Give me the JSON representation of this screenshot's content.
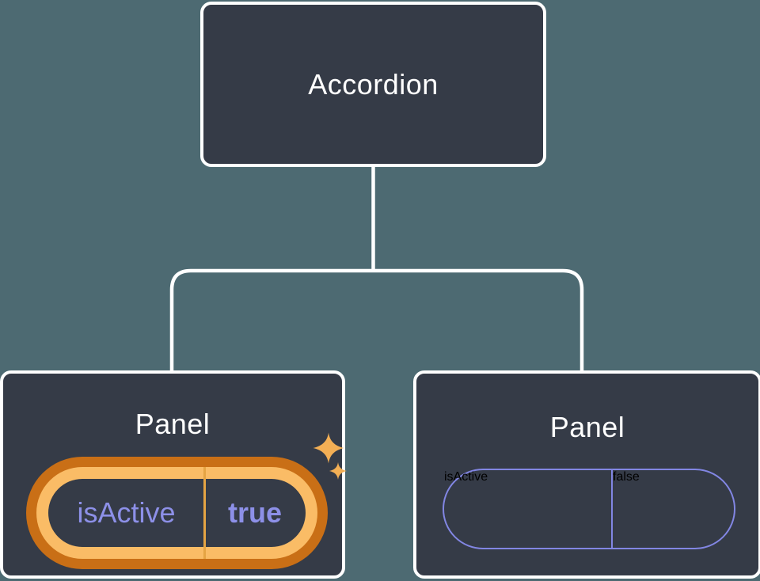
{
  "colors": {
    "bg": "#4D6A72",
    "node-fill": "#353B47",
    "node-border": "#FFFFFF",
    "line": "#FFFFFF",
    "title": "#FFFFFF",
    "purple-text": "#8D90E8",
    "purple-border": "#8286E3",
    "orange-dark": "#C96F16",
    "orange-light": "#FABC66",
    "orange-divider": "#E5A443",
    "sparkle": "#F3AF55"
  },
  "tree": {
    "root": {
      "label": "Accordion"
    },
    "children": [
      {
        "label": "Panel",
        "highlighted": true,
        "state": {
          "key": "isActive",
          "value": "true"
        }
      },
      {
        "label": "Panel",
        "highlighted": false,
        "state": {
          "key": "isActive",
          "value": "false"
        }
      }
    ]
  }
}
